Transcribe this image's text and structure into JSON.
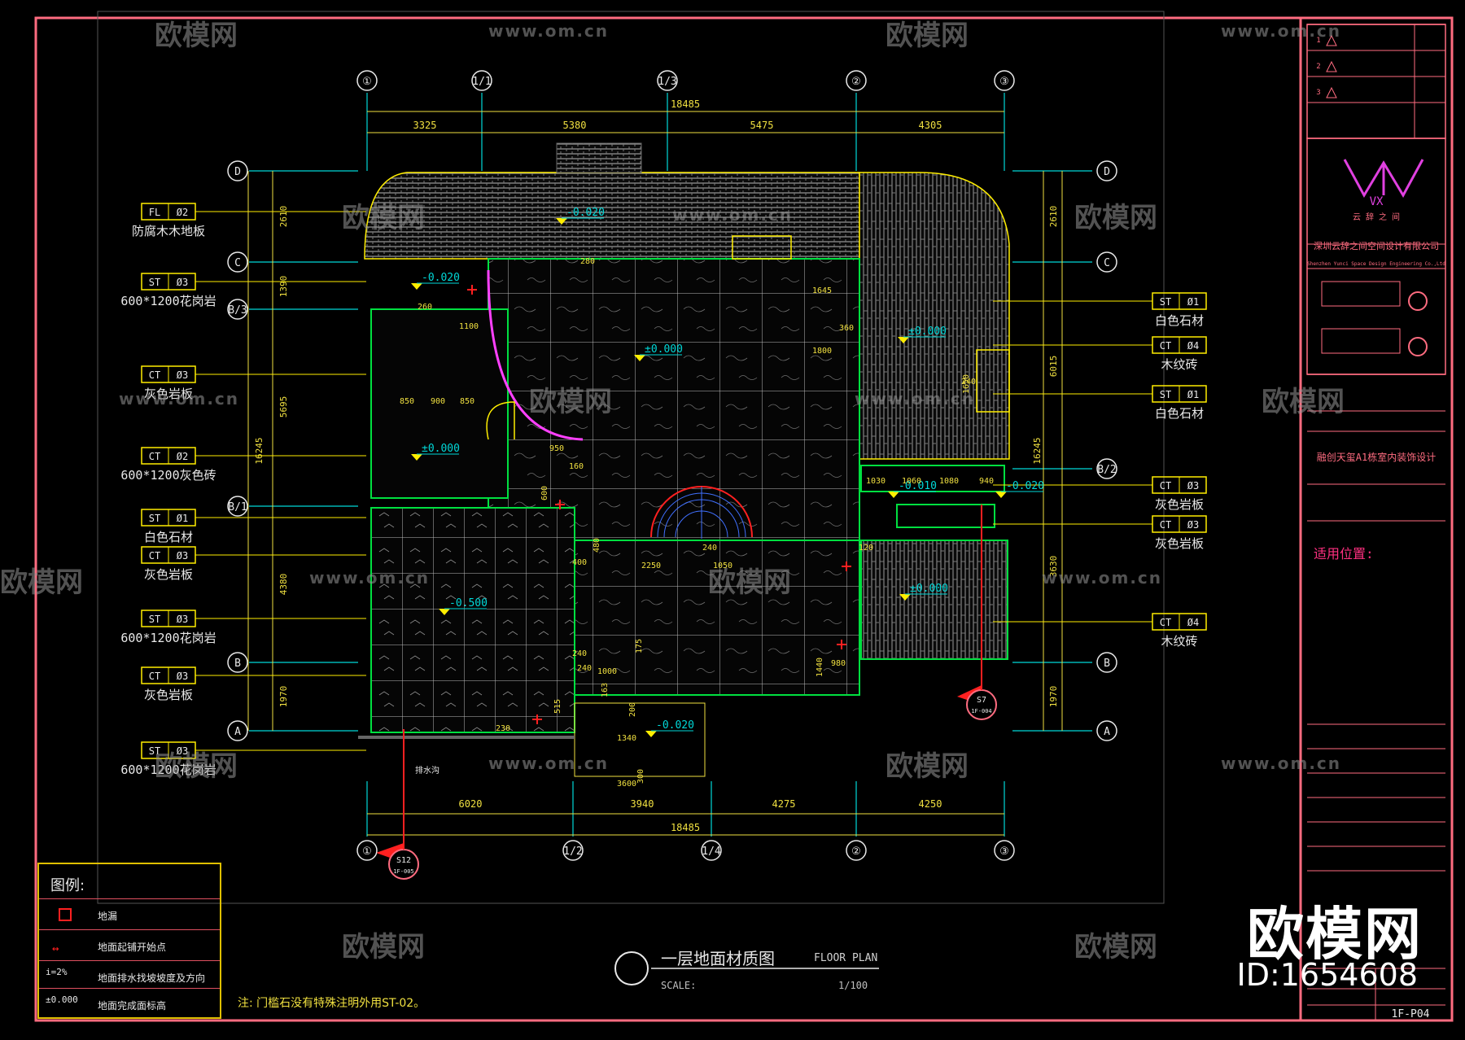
{
  "grid_top": [
    "①",
    "1/1",
    "1/3",
    "②",
    "③"
  ],
  "grid_bottom": [
    "①",
    "1/2",
    "1/4",
    "②",
    "③"
  ],
  "grid_left": [
    "D",
    "C",
    "B/3",
    "B/1",
    "B",
    "A"
  ],
  "grid_right": [
    "D",
    "C",
    "B/2",
    "B",
    "A"
  ],
  "dims_top_total": "18485",
  "dims_top": [
    "3325",
    "5380",
    "5475",
    "4305"
  ],
  "dims_bottom_total": "18485",
  "dims_bottom": [
    "6020",
    "3940",
    "4275",
    "4250"
  ],
  "dims_left": [
    "2610",
    "1390",
    "5695",
    "4380",
    "1970"
  ],
  "dims_left_total": "16245",
  "dims_right": [
    "2610",
    "6015",
    "3630",
    "1970"
  ],
  "dims_right_total": "16245",
  "left_tags": [
    {
      "code": "FL",
      "num": "Ø2",
      "name": "防腐木木地板"
    },
    {
      "code": "ST",
      "num": "Ø3",
      "name": "600*1200花岗岩"
    },
    {
      "code": "CT",
      "num": "Ø3",
      "name": "灰色岩板"
    },
    {
      "code": "CT",
      "num": "Ø2",
      "name": "600*1200灰色砖"
    },
    {
      "code": "ST",
      "num": "Ø1",
      "name": "白色石材"
    },
    {
      "code": "CT",
      "num": "Ø3",
      "name": "灰色岩板"
    },
    {
      "code": "ST",
      "num": "Ø3",
      "name": "600*1200花岗岩"
    },
    {
      "code": "CT",
      "num": "Ø3",
      "name": "灰色岩板"
    },
    {
      "code": "ST",
      "num": "Ø3",
      "name": "600*1200花岗岩"
    }
  ],
  "right_tags": [
    {
      "code": "ST",
      "num": "Ø1",
      "name": "白色石材"
    },
    {
      "code": "CT",
      "num": "Ø4",
      "name": "木纹砖"
    },
    {
      "code": "ST",
      "num": "Ø1",
      "name": "白色石材"
    },
    {
      "code": "CT",
      "num": "Ø3",
      "name": "灰色岩板"
    },
    {
      "code": "CT",
      "num": "Ø3",
      "name": "灰色岩板"
    },
    {
      "code": "CT",
      "num": "Ø4",
      "name": "木纹砖"
    }
  ],
  "levels": [
    "-0.020",
    "-0.020",
    "±0.000",
    "±0.000",
    "±0.000",
    "-0.500",
    "-0.010",
    "-0.020",
    "±0.000",
    "-0.020"
  ],
  "interior_dims": [
    "1100",
    "850",
    "900",
    "850",
    "950",
    "160",
    "600",
    "280",
    "260",
    "1645",
    "360",
    "1800",
    "1650",
    "240",
    "1030",
    "1060",
    "1080",
    "940",
    "400",
    "2250",
    "1050",
    "240",
    "480",
    "120",
    "240",
    "240",
    "1440",
    "980",
    "515",
    "230",
    "200",
    "1340",
    "300",
    "3600",
    "163",
    "1000",
    "175"
  ],
  "section_marks": [
    {
      "num": "S12",
      "sheet": "1F-005"
    },
    {
      "num": "S7",
      "sheet": "1F-004"
    }
  ],
  "callout_red": "排水沟",
  "legend": {
    "title": "图例:",
    "items": [
      "地漏",
      "地面起铺开始点",
      "地面排水找坡坡度及方向",
      "地面完成面标高"
    ],
    "slope": "i=2%",
    "level": "±0.000"
  },
  "note": "注: 门槛石没有特殊注明外用ST-02。",
  "plan_title": "一层地面材质图",
  "plan_title_en": "FLOOR PLAN",
  "scale_label": "SCALE:",
  "scale_value": "1/100",
  "titleblock": {
    "logo_text": "VX",
    "logo_sub": "云 辞 之 间",
    "company": "深圳云辞之间空间设计有限公司",
    "company_en": "Shenzhen Yunci Space Design Engineering Co.,Ltd",
    "project": "融创天玺A1栋室内装饰设计",
    "location_label": "适用位置:",
    "sheet_no": "1F-P04",
    "rev": [
      "1",
      "2",
      "3"
    ]
  },
  "watermark_cn": "欧模网",
  "watermark_url": "www.om.cn",
  "brand": "欧模网",
  "brand_id": "ID:1654608",
  "colors": {
    "frame": "#ff6c80",
    "dim": "#f0e040",
    "axis": "#00d8d8",
    "wall": "#00e040",
    "tag": "#ffee00",
    "text": "#e8e8e8",
    "hatch": "#b8b8b8",
    "red": "#ff2020",
    "magenta": "#ff40ff"
  }
}
